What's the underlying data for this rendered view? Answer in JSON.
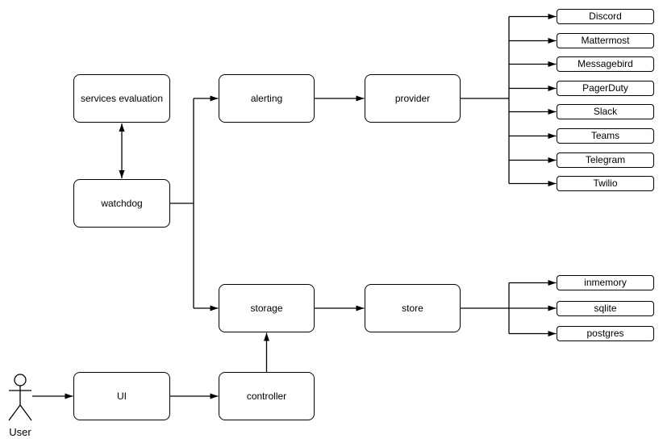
{
  "diagram": {
    "nodes": {
      "services_evaluation": "services evaluation",
      "watchdog": "watchdog",
      "alerting": "alerting",
      "provider": "provider",
      "storage": "storage",
      "store": "store",
      "ui": "UI",
      "controller": "controller"
    },
    "providers": [
      "Discord",
      "Mattermost",
      "Messagebird",
      "PagerDuty",
      "Slack",
      "Teams",
      "Telegram",
      "Twilio"
    ],
    "stores": [
      "inmemory",
      "sqlite",
      "postgres"
    ],
    "actor_label": "User",
    "colors": {
      "stroke": "#000000",
      "shape_fill": "#ffffff",
      "background": "#ffffff",
      "text": "#000000"
    }
  }
}
